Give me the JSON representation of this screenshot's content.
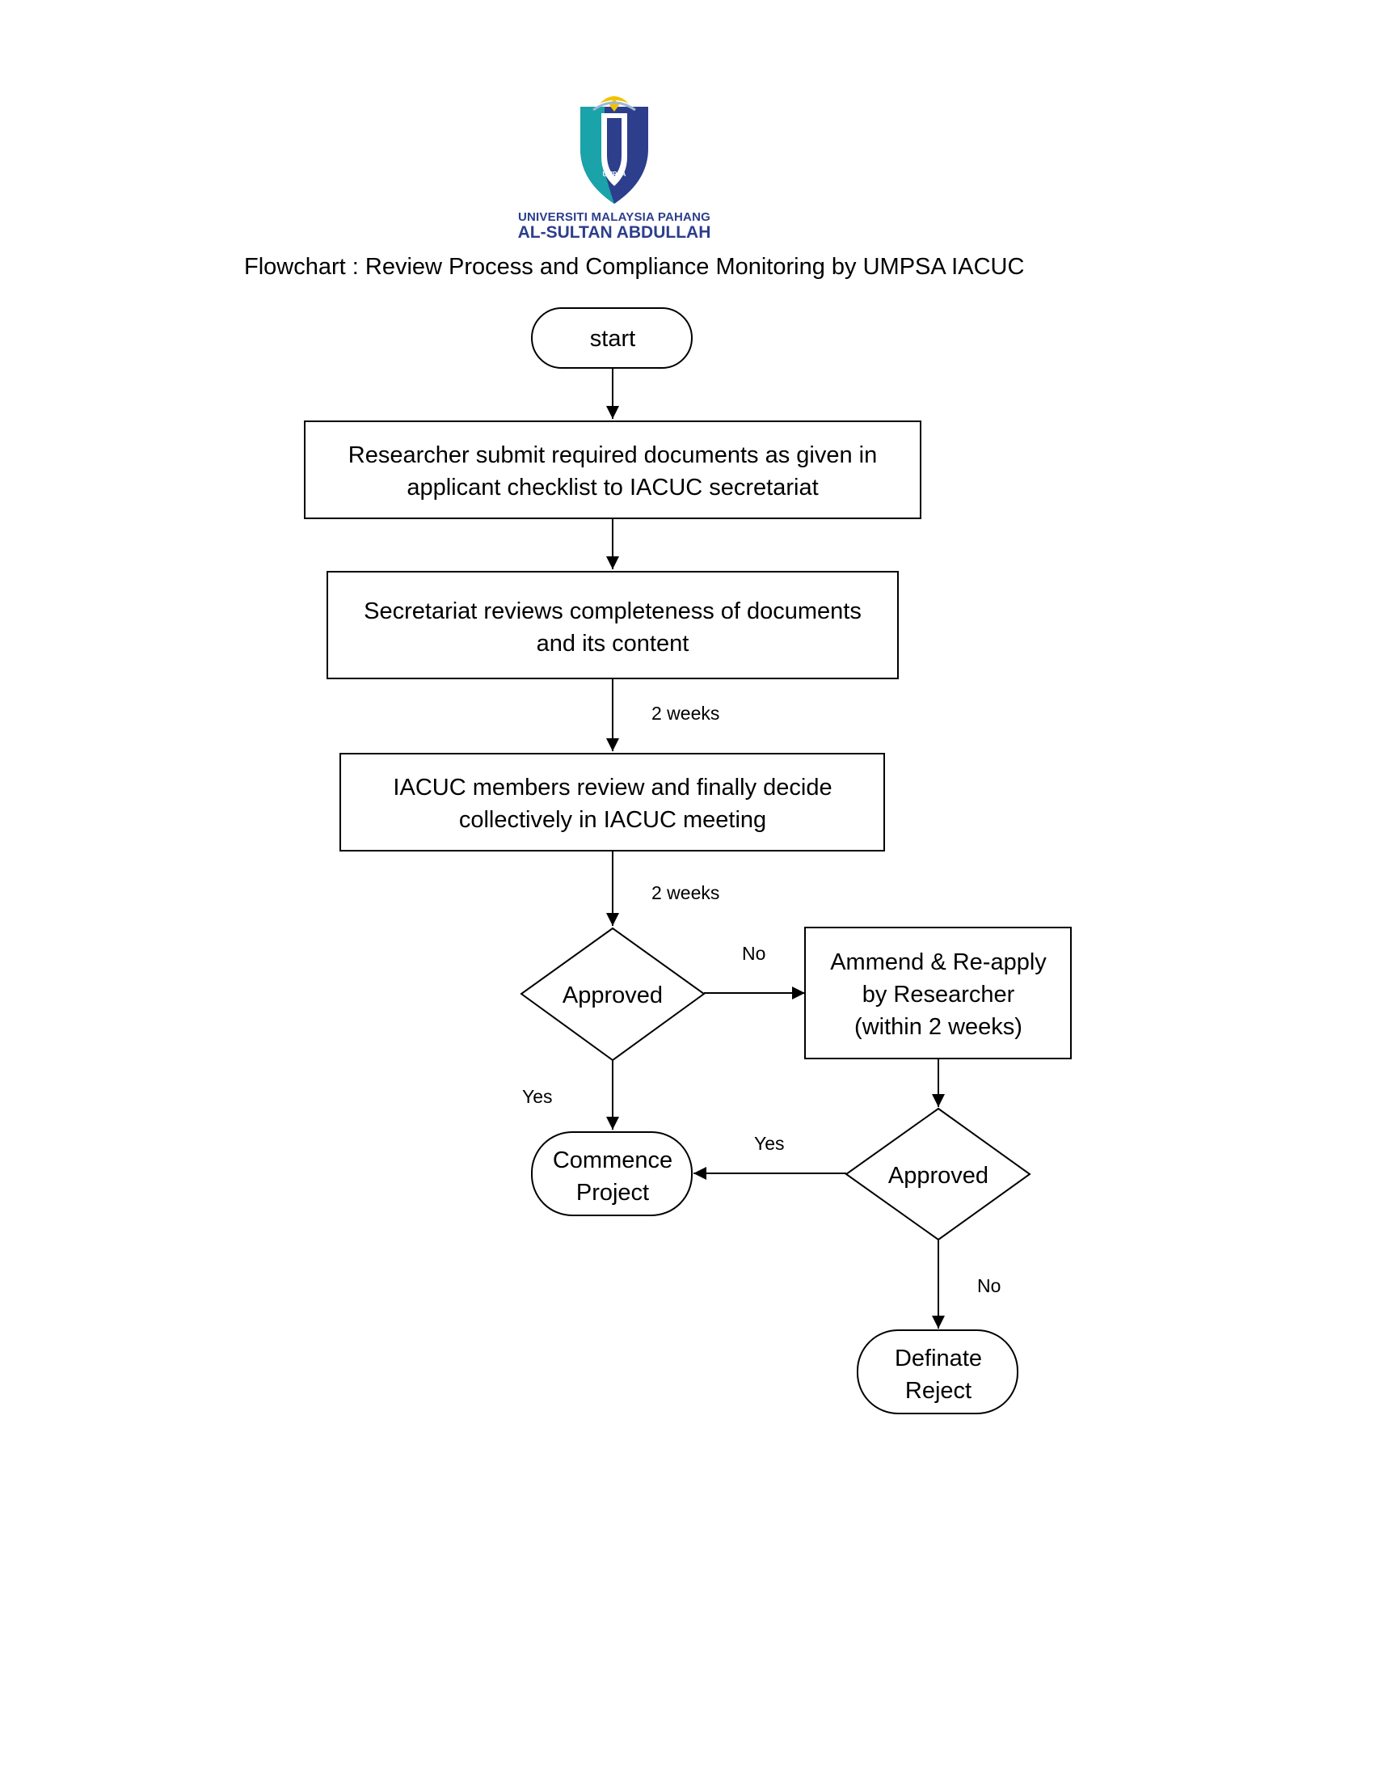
{
  "logo": {
    "badge_text": "UMPSA",
    "line1": "UNIVERSITI MALAYSIA PAHANG",
    "line2": "AL-SULTAN ABDULLAH"
  },
  "title": "Flowchart : Review Process and Compliance Monitoring by UMPSA IACUC",
  "nodes": {
    "start": "start",
    "submit": [
      "Researcher submit required documents as given in",
      "applicant checklist to IACUC secretariat"
    ],
    "secretariat": [
      "Secretariat reviews completeness of documents",
      "and its content"
    ],
    "iacuc": [
      "IACUC members review and finally decide",
      "collectively in IACUC meeting"
    ],
    "decision1": "Approved",
    "amend": [
      "Ammend & Re-apply",
      "by Researcher",
      "(within 2 weeks)"
    ],
    "decision2": "Approved",
    "commence": [
      "Commence",
      "Project"
    ],
    "reject": [
      "Definate",
      "Reject"
    ]
  },
  "edge_labels": {
    "secretariat_to_iacuc": "2 weeks",
    "iacuc_to_decision1": "2 weeks",
    "decision1_no": "No",
    "decision1_yes": "Yes",
    "decision2_yes": "Yes",
    "decision2_no": "No"
  },
  "colors": {
    "logo_navy": "#2c3e8c",
    "logo_teal": "#1aa3a8",
    "logo_yellow": "#f2c200"
  }
}
